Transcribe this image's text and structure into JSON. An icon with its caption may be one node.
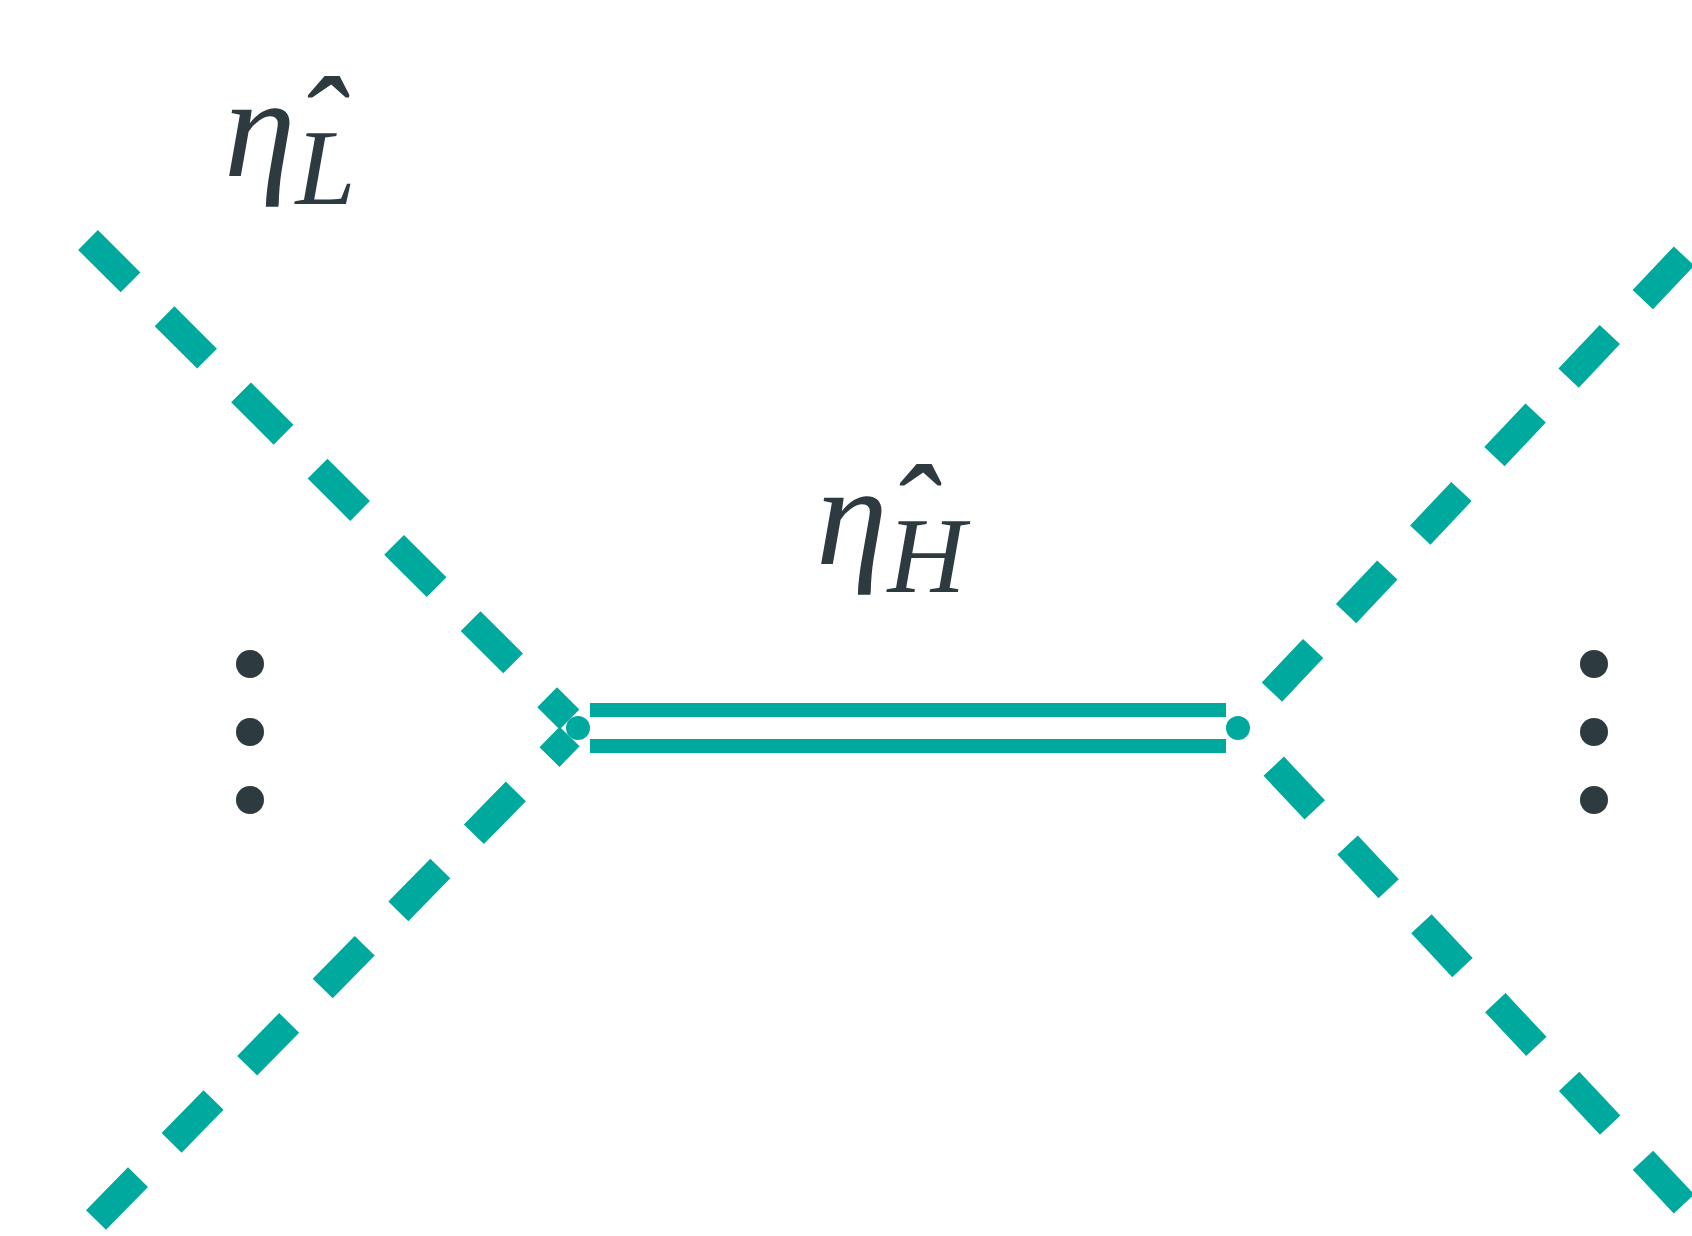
{
  "diagram": {
    "nodes": [
      {
        "text": [],
        "shape": "dot"
      },
      {
        "text": [],
        "shape": "dot"
      }
    ],
    "edges": [
      {
        "from": 0,
        "to": 1,
        "arrow": "none",
        "label": "η̂$_{H}$"
      },
      {
        "from": null,
        "to": 0,
        "arrow": "none",
        "style": "dashed",
        "label": "η̂$_{L}$"
      },
      {
        "from": null,
        "to": 0,
        "arrow": "none",
        "style": "dashed"
      },
      {
        "from": null,
        "to": 1,
        "arrow": "none",
        "style": "dashed"
      },
      {
        "from": null,
        "to": 1,
        "arrow": "none",
        "style": "dashed"
      }
    ]
  }
}
